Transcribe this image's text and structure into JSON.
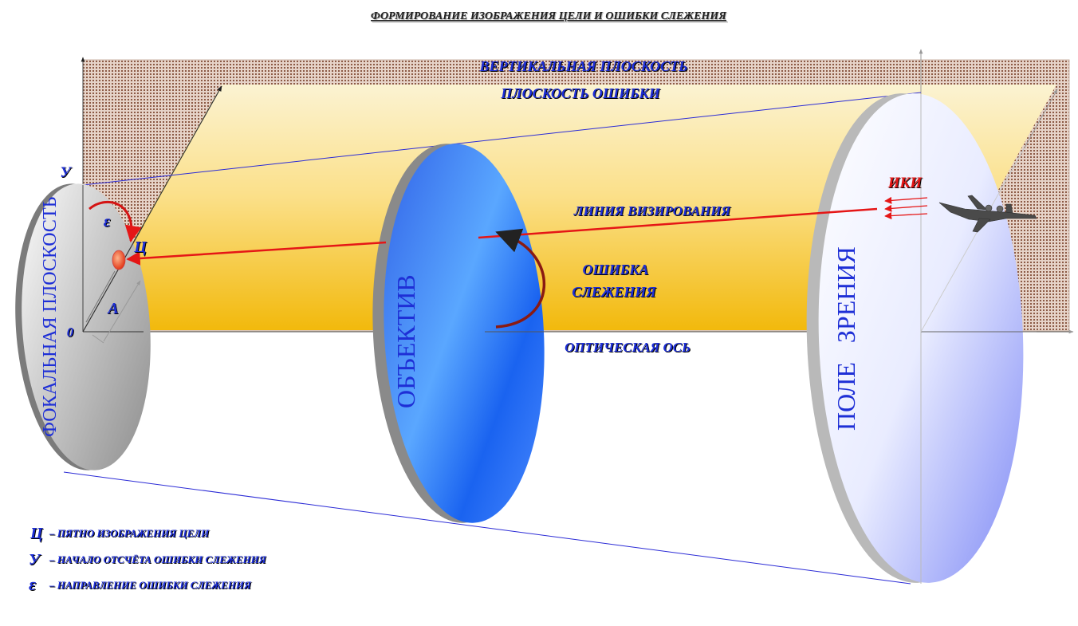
{
  "title": "ФОРМИРОВАНИЕ ИЗОБРАЖЕНИЯ ЦЕЛИ И ОШИБКИ СЛЕЖЕНИЯ",
  "planes": {
    "vertical": "ВЕРТИКАЛЬНАЯ ПЛОСКОСТЬ",
    "error": "ПЛОСКОСТЬ ОШИБКИ"
  },
  "disks": {
    "focal": "ФОКАЛЬНАЯ ПЛОСКОСТЬ",
    "lens": "ОБЪЕКТИВ",
    "field": "ПОЛЕ   ЗРЕНИЯ"
  },
  "labels": {
    "sight_line": "ЛИНИЯ ВИЗИРОВАНИЯ",
    "tracking_error_1": "ОШИБКА",
    "tracking_error_2": "СЛЕЖЕНИЯ",
    "optical_axis": "ОПТИЧЕСКАЯ ОСЬ",
    "iki": "ИКИ",
    "y_origin": "У",
    "zero": "0",
    "epsilon": "ε",
    "target": "Ц",
    "a": "А"
  },
  "legend": [
    {
      "symbol": "Ц",
      "text": "– ПЯТНО  ИЗОБРАЖЕНИЯ  ЦЕЛИ"
    },
    {
      "symbol": "У",
      "text": "– НАЧАЛО  ОТСЧЁТА  ОШИБКИ  СЛЕЖЕНИЯ"
    },
    {
      "symbol": "ε",
      "text": "– НАПРАВЛЕНИЕ  ОШИБКИ  СЛЕЖЕНИЯ"
    }
  ],
  "colors": {
    "text_blue": "#1e2fd6",
    "sight_line": "#e51616",
    "error_plane": "#f5c518",
    "lens": "#2a6cf0",
    "focal": "#9a9a9a"
  }
}
